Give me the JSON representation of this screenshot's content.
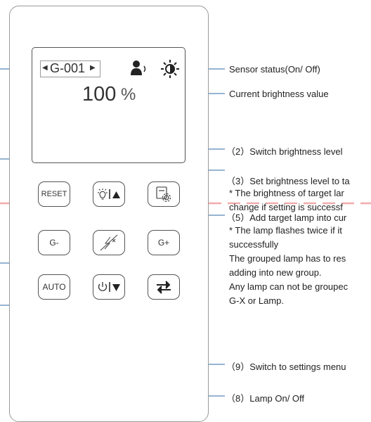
{
  "display": {
    "group": "G-001",
    "group_left_arrow": "◀",
    "group_right_arrow": "▶",
    "brightness_value": "100",
    "brightness_unit": "%"
  },
  "buttons": {
    "reset": "RESET",
    "g_minus": "G-",
    "g_plus": "G+",
    "auto": "AUTO"
  },
  "annotations": {
    "sensor_status": "Sensor status(On/ Off)",
    "current_brightness": "Current brightness value",
    "switch_brightness": "（2）Switch brightness level",
    "set_brightness_target": "（3）Set brightness level to ta",
    "set_brightness_note1": "* The brightness of target lar",
    "set_brightness_note2": " change if setting is successf",
    "add_target_lamp": "（5）Add target lamp into cur",
    "add_note1": "* The lamp flashes twice if it",
    "add_note2": "successfully",
    "add_note3": "The grouped lamp has to res",
    "add_note4": "adding into new group.",
    "add_note5": "Any lamp can not be groupec",
    "add_note6": "G-X or Lamp.",
    "switch_settings": "（9）Switch to settings menu",
    "lamp_onoff": "（8）Lamp On/ Off"
  },
  "colors": {
    "leader_line": "#2e6aa6",
    "dashed_divider": "#f2aaaa",
    "outline": "#555555"
  }
}
